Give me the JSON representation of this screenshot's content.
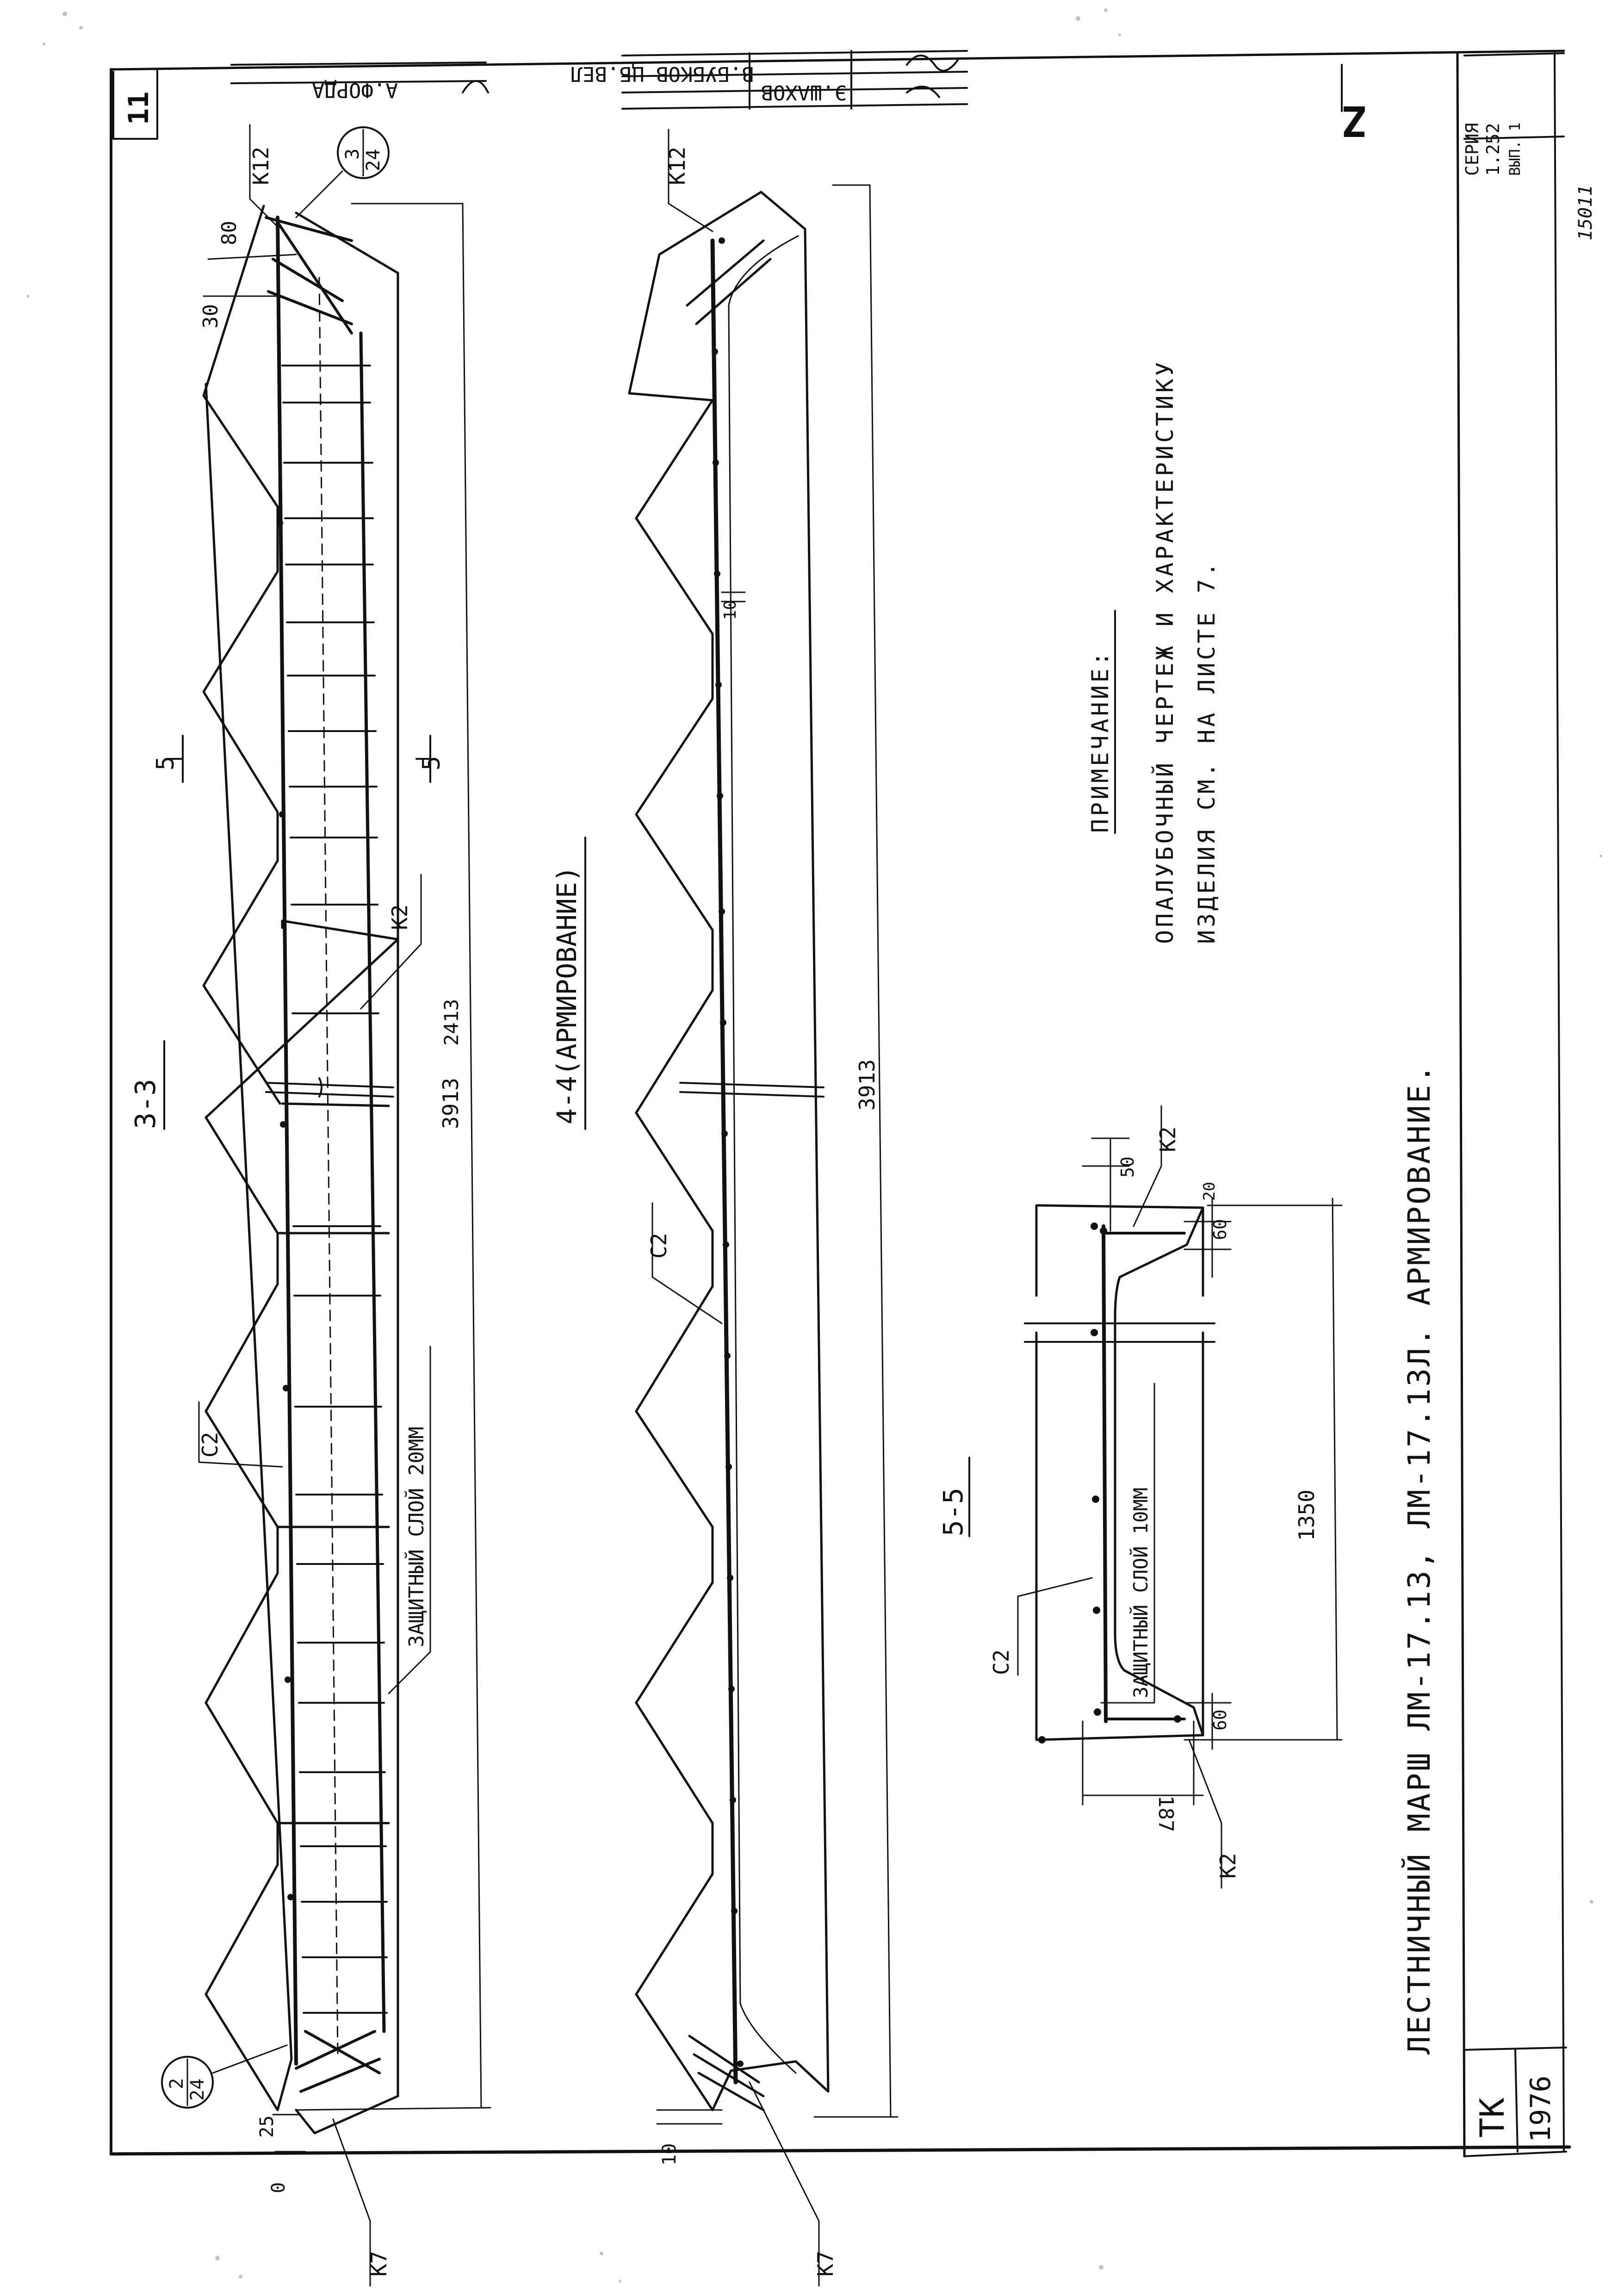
{
  "sheet": {
    "sheet_number": "11",
    "series": "ТК",
    "year": "1976",
    "stamp_lines": [
      "В.БУБКОВ ЦБ.ВЕЛ",
      "Э.ШАХОВ",
      "А.ФОРДА"
    ],
    "series_cell": [
      "СЕРИЯ",
      "1.252",
      "ВЫП. 1"
    ],
    "sheet_cell": "Z",
    "inventory_number": "15011"
  },
  "sections": {
    "s33": {
      "title": "3-3",
      "cut_mark": "5",
      "tags": {
        "k12": "К12",
        "c2": "С2",
        "k2": "К2",
        "k7": "К7"
      },
      "callout_top": {
        "num": "3",
        "den": "24"
      },
      "callout_bottom": {
        "num": "2",
        "den": "24"
      },
      "dims": {
        "length": "3913",
        "length_note": "2413",
        "d80": "80",
        "d30": "30",
        "d25": "25",
        "d0": "0"
      },
      "cover_note": "ЗАЩИТНЫЙ СЛОЙ 20ММ"
    },
    "s44": {
      "title": "4-4(АРМИРОВАНИЕ)",
      "tags": {
        "k12": "К12",
        "c2": "С2",
        "k7": "К7"
      },
      "dims": {
        "length": "3913",
        "d10": "10",
        "d10b": "10"
      }
    },
    "s55": {
      "title": "5-5",
      "tags": {
        "c2": "С2",
        "k2_top": "К2",
        "k2_bottom": "К2"
      },
      "dims": {
        "width": "1350",
        "d50": "50",
        "d20": "20",
        "d60_top": "60",
        "d60_bottom": "60",
        "d187": "187"
      },
      "cover_note": "ЗАЩИТНЫЙ СЛОЙ 10ММ"
    }
  },
  "note": {
    "heading": "ПРИМЕЧАНИЕ:",
    "line1": "ОПАЛУБОЧНЫЙ ЧЕРТЕЖ И ХАРАКТЕРИСТИКУ",
    "line2": "ИЗДЕЛИЯ СМ. НА ЛИСТЕ 7."
  },
  "title_block": {
    "title": "ЛЕСТНИЧНЫЙ МАРШ ЛМ-17.13, ЛМ-17.13Л. АРМИРОВАНИЕ."
  }
}
